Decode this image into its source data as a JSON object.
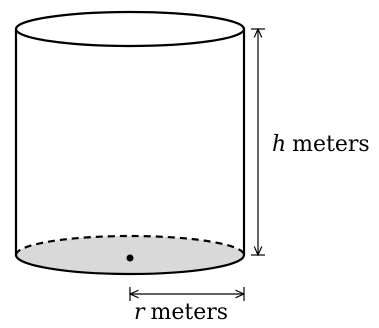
{
  "diagram": {
    "height_variable": "h",
    "height_unit": "meters",
    "radius_variable": "r",
    "radius_unit": "meters"
  },
  "colors": {
    "stroke": "#000000",
    "base_fill": "#d9d9d9",
    "background": "#ffffff"
  }
}
